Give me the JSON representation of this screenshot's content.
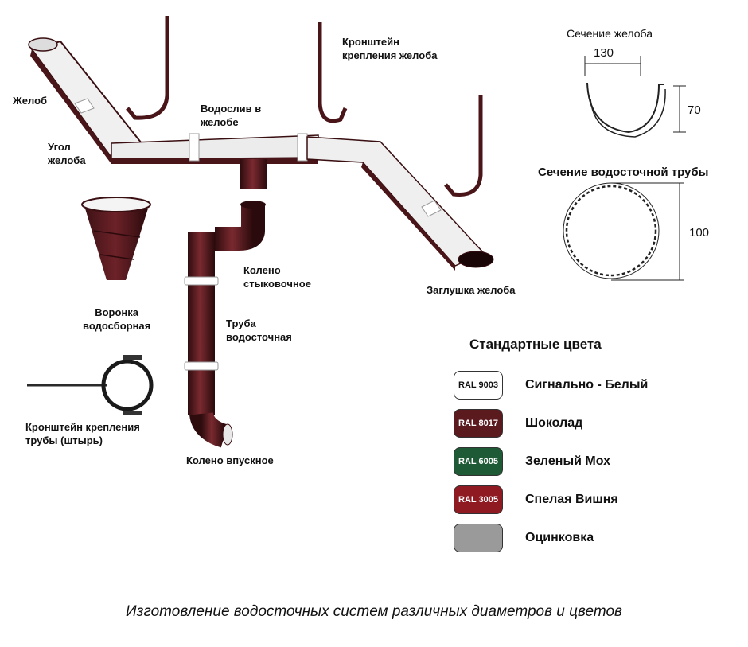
{
  "labels": {
    "gutter": "Желоб",
    "gutter_corner": [
      "Угол",
      "желоба"
    ],
    "outlet": [
      "Водослив в",
      "желобе"
    ],
    "gutter_bracket": [
      "Кронштейн",
      "крепления желоба"
    ],
    "end_cap": "Заглушка желоба",
    "connecting_elbow": [
      "Колено",
      "стыковочное"
    ],
    "downpipe": [
      "Труба",
      "водосточная"
    ],
    "funnel": [
      "Воронка",
      "водосборная"
    ],
    "pipe_bracket": [
      "Кронштейн крепления",
      "трубы (штырь)"
    ],
    "outlet_elbow": "Колено впускное"
  },
  "gutter_section": {
    "title": "Сечение желоба",
    "width": "130",
    "height": "70"
  },
  "pipe_section": {
    "title": "Сечение водосточной трубы",
    "diameter": "100"
  },
  "colors": {
    "title": "Стандартные цвета",
    "items": [
      {
        "code": "RAL 9003",
        "name": "Сигнально - Белый",
        "fill": "#ffffff",
        "text": "#111111"
      },
      {
        "code": "RAL 8017",
        "name": "Шоколад",
        "fill": "#5a1a1e",
        "text": "#ffffff"
      },
      {
        "code": "RAL 6005",
        "name": "Зеленый Мох",
        "fill": "#1d5a35",
        "text": "#ffffff"
      },
      {
        "code": "RAL 3005",
        "name": "Спелая Вишня",
        "fill": "#8f1a22",
        "text": "#ffffff"
      },
      {
        "code": "",
        "name": "Оцинковка",
        "fill": "#9a9a9a",
        "text": "#111111"
      }
    ]
  },
  "footer": "Изготовление водосточных систем различных диаметров и цветов"
}
